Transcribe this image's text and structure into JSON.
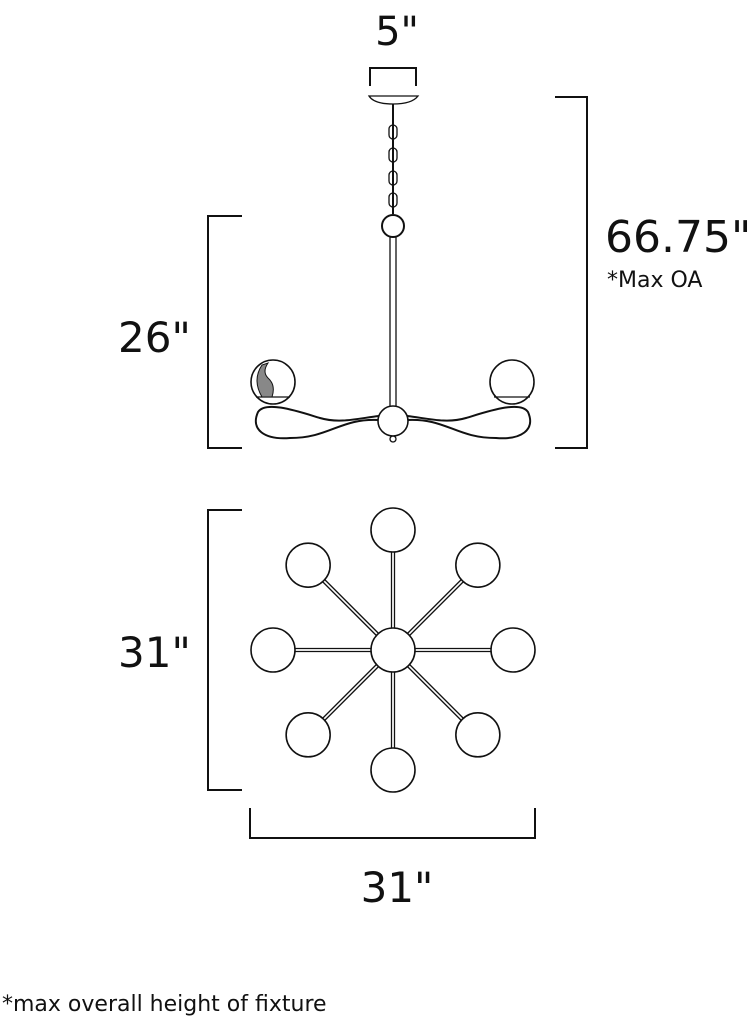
{
  "dimensions": {
    "canopy_width": "5\"",
    "overall_height": "66.75\"",
    "overall_height_note": "*Max OA",
    "fixture_height": "26\"",
    "depth": "31\"",
    "width": "31\""
  },
  "footnote": "*max overall height of fixture",
  "colors": {
    "line": "#111111",
    "background": "#ffffff"
  }
}
